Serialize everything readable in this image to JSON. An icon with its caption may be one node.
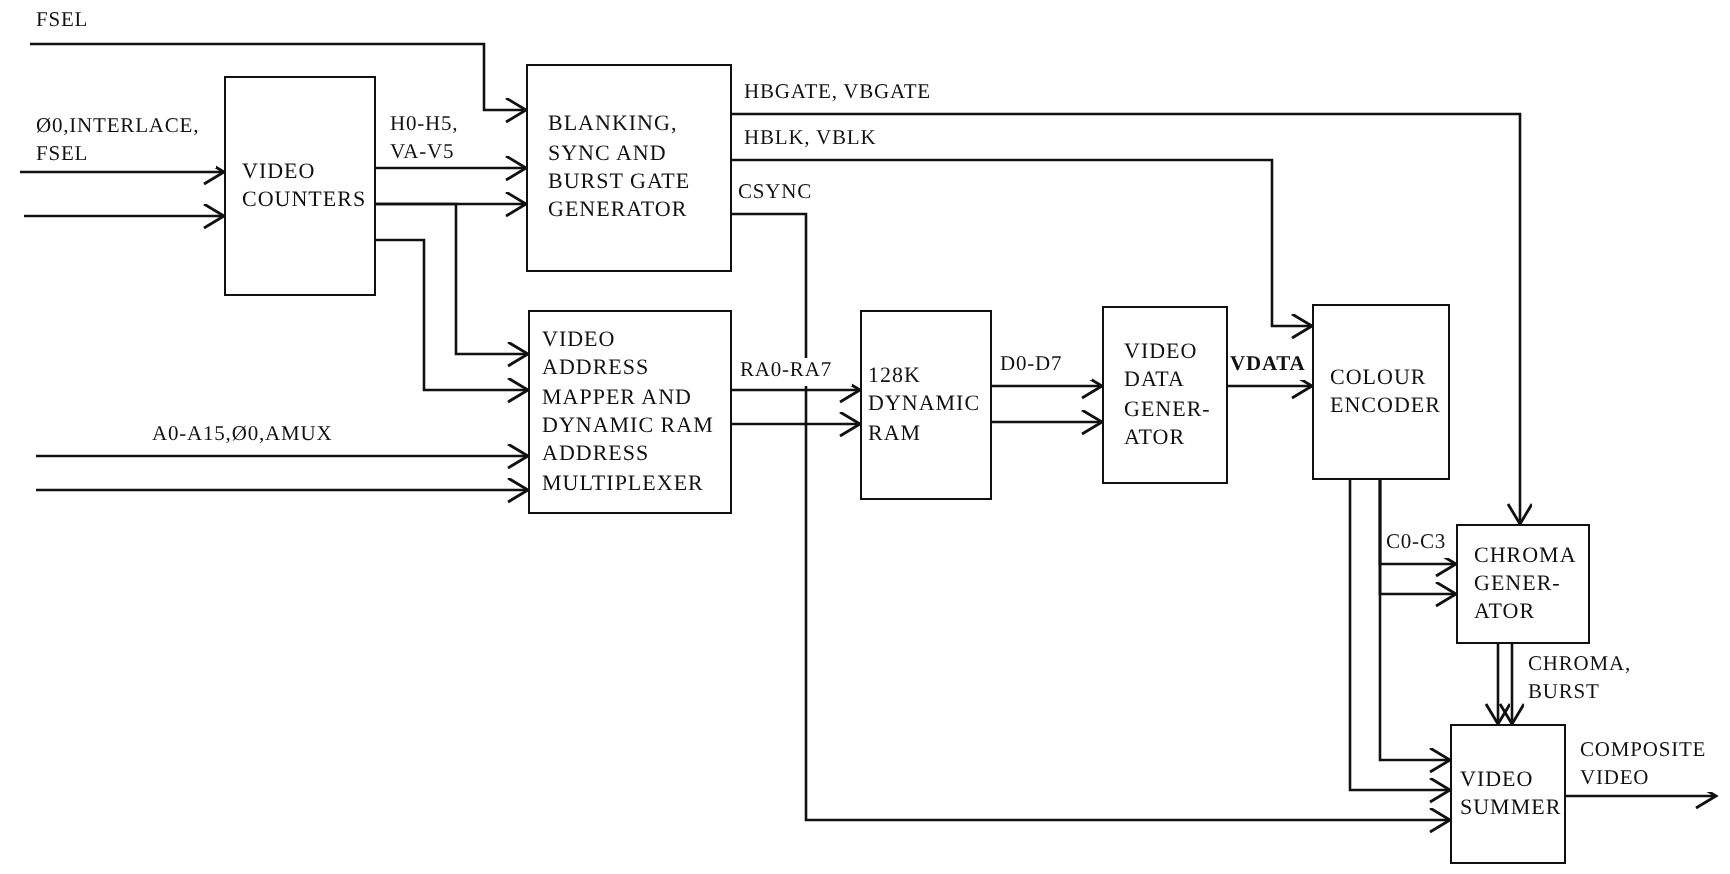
{
  "diagram": {
    "nodes": [
      {
        "text": [
          "VIDEO COUNTERS"
        ]
      },
      {
        "text": [
          "BLANKING, SYNC AND BURST GATE GENERATOR"
        ]
      },
      {
        "text": [
          "VIDEO ADDRESS MAPPER AND DYNAMIC RAM ADDRESS MULTIPLEXER"
        ]
      },
      {
        "text": [
          "128K DYNAMIC RAM"
        ]
      },
      {
        "text": [
          "VIDEO DATA GENER- ATOR"
        ]
      },
      {
        "text": [
          "COLOUR ENCODER"
        ]
      },
      {
        "text": [
          "CHROMA GENER- ATOR"
        ]
      },
      {
        "text": [
          "VIDEO SUMMER"
        ]
      }
    ],
    "edges": [
      {
        "from": null,
        "to": 1,
        "arrow": "to",
        "label": "FSEL"
      },
      {
        "from": null,
        "to": 0,
        "arrow": "to",
        "label": "Ø0,INTERLACE, FSEL"
      },
      {
        "from": null,
        "to": 0,
        "arrow": "to"
      },
      {
        "from": 0,
        "to": 1,
        "arrow": "to",
        "label": "H0-H5, VA-V5"
      },
      {
        "from": 0,
        "to": 1,
        "arrow": "to"
      },
      {
        "from": 0,
        "to": 2,
        "arrow": "to"
      },
      {
        "from": 0,
        "to": 2,
        "arrow": "to"
      },
      {
        "from": null,
        "to": 2,
        "arrow": "to",
        "label": "A0-A15,Ø0,AMUX"
      },
      {
        "from": null,
        "to": 2,
        "arrow": "to"
      },
      {
        "from": 2,
        "to": 3,
        "arrow": "to",
        "label": "RA0-RA7"
      },
      {
        "from": 2,
        "to": 3,
        "arrow": "to"
      },
      {
        "from": 1,
        "to": 7,
        "arrow": "to",
        "label": "CSYNC"
      },
      {
        "from": 3,
        "to": 4,
        "arrow": "to",
        "label": "D0-D7"
      },
      {
        "from": 3,
        "to": 4,
        "arrow": "to"
      },
      {
        "from": 4,
        "to": 5,
        "arrow": "to",
        "label": "VDATA"
      },
      {
        "from": 1,
        "to": 5,
        "arrow": "to",
        "label": "HBLK, VBLK"
      },
      {
        "from": 1,
        "to": 6,
        "arrow": "to",
        "label": "HBGATE, VBGATE"
      },
      {
        "from": 5,
        "to": 6,
        "arrow": "to",
        "label": "C0-C3"
      },
      {
        "from": 5,
        "to": 6,
        "arrow": "to"
      },
      {
        "from": 5,
        "to": 7,
        "arrow": "to"
      },
      {
        "from": 5,
        "to": 7,
        "arrow": "to"
      },
      {
        "from": 6,
        "to": 7,
        "arrow": "to",
        "label": "CHROMA, BURST"
      },
      {
        "from": 6,
        "to": 7,
        "arrow": "to"
      },
      {
        "from": 7,
        "to": null,
        "arrow": "to",
        "label": "COMPOSITE VIDEO"
      }
    ]
  }
}
